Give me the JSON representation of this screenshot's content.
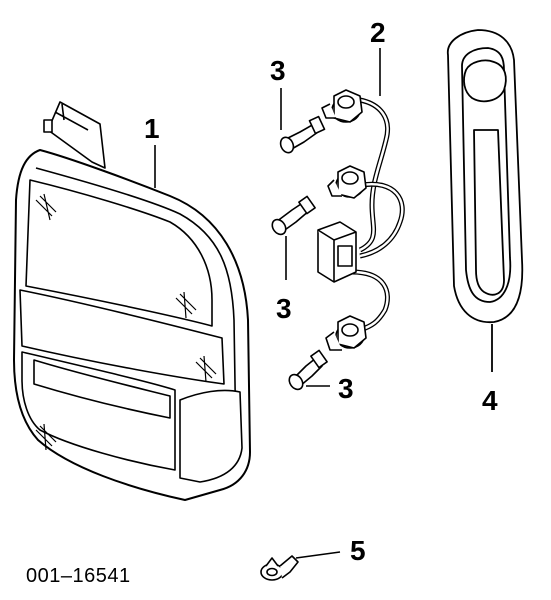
{
  "callouts": {
    "lamp_assembly": "1",
    "socket_harness": "2",
    "bulb_top": "3",
    "bulb_middle": "3",
    "bulb_bottom": "3",
    "lamp_gasket": "4",
    "push_clip": "5"
  },
  "figure_id": "001–16541"
}
